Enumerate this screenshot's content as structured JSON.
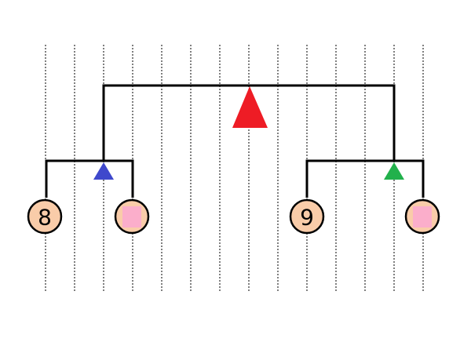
{
  "diagram": {
    "guide_line_count": 14,
    "colors": {
      "node_root": "#ee1c25",
      "node_left": "#3f48cc",
      "node_right": "#22b14c",
      "leaf_fill": "#f9cca9",
      "leaf_placeholder": "#fbaecb",
      "line": "#000000"
    },
    "root": {
      "symbol": "triangle",
      "color_key": "node_root",
      "children": [
        {
          "symbol": "triangle",
          "color_key": "node_left",
          "leaves": [
            {
              "label": "8",
              "kind": "number"
            },
            {
              "label": "",
              "kind": "blank-square"
            }
          ]
        },
        {
          "symbol": "triangle",
          "color_key": "node_right",
          "leaves": [
            {
              "label": "9",
              "kind": "number"
            },
            {
              "label": "",
              "kind": "blank-square"
            }
          ]
        }
      ]
    }
  }
}
